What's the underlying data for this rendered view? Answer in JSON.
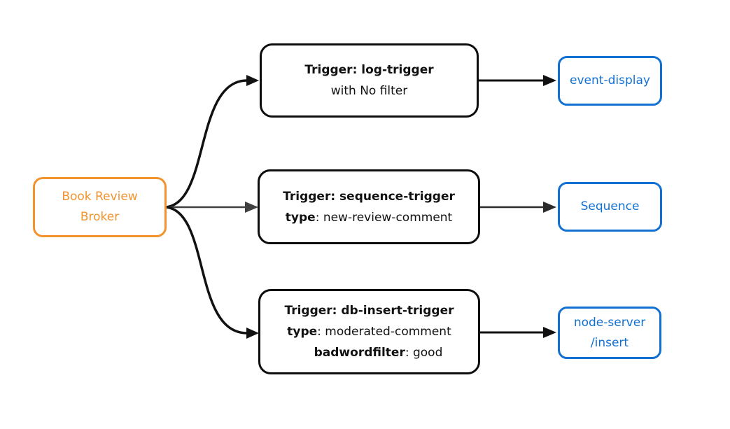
{
  "diagram": {
    "title_semantic": "book-review-broker-trigger-flow",
    "colors": {
      "broker_orange": "#F2932E",
      "sink_blue": "#1270D2",
      "trigger_black": "#0D0D0D",
      "arrow_black": "#111111",
      "arrow_gray": "#404040",
      "background": "#FFFFFF"
    },
    "broker": {
      "line1": "Book Review",
      "line2": "Broker"
    },
    "triggers": [
      {
        "title": "Trigger: log-trigger",
        "subtitle": "with No filter"
      },
      {
        "title": "Trigger: sequence-trigger",
        "attrs": [
          {
            "key": "type",
            "value": ": new-review-comment"
          }
        ]
      },
      {
        "title": "Trigger: db-insert-trigger",
        "attrs": [
          {
            "key": "type",
            "value": ": moderated-comment"
          },
          {
            "key": "badwordfilter",
            "value": ": good"
          }
        ]
      }
    ],
    "sinks": [
      {
        "line1": "event-display"
      },
      {
        "line1": "Sequence"
      },
      {
        "line1": "node-server",
        "line2": "/insert"
      }
    ]
  }
}
